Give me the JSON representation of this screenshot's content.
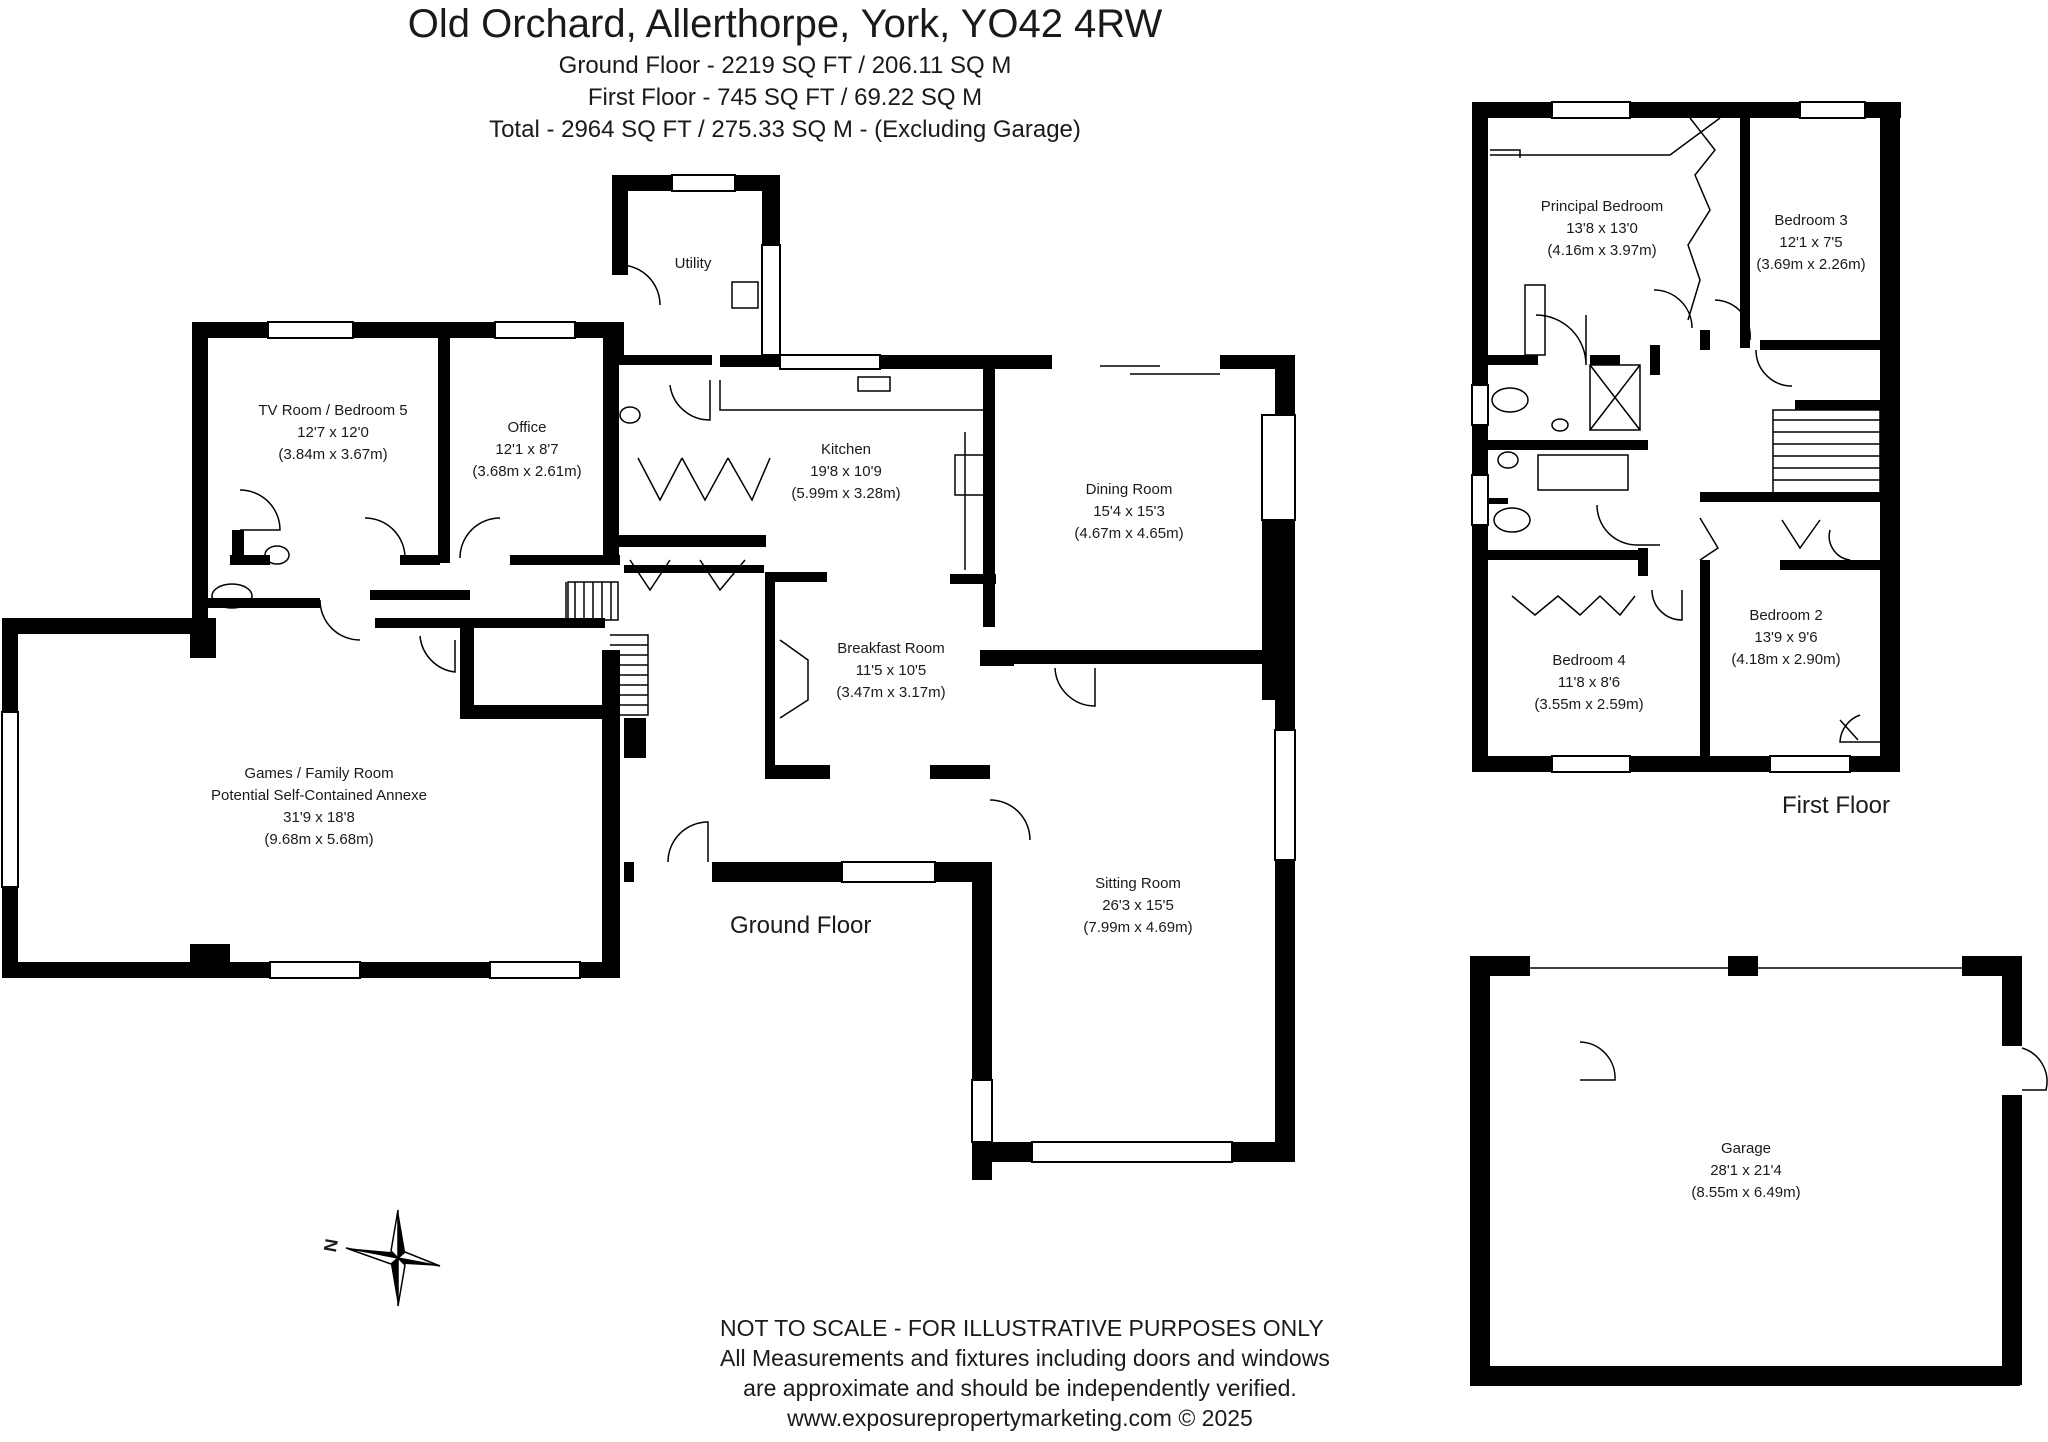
{
  "header": {
    "title": "Old Orchard, Allerthorpe, York, YO42 4RW",
    "ground_area": "Ground Floor - 2219 SQ FT / 206.11 SQ M",
    "first_area": "First Floor - 745 SQ FT / 69.22 SQ M",
    "total_area": "Total - 2964 SQ FT / 275.33 SQ M - (Excluding Garage)"
  },
  "floors": {
    "ground": "Ground Floor",
    "first": "First Floor"
  },
  "rooms": {
    "tv": {
      "name": "TV Room / Bedroom 5",
      "imperial": "12'7 x 12'0",
      "metric": "(3.84m x 3.67m)"
    },
    "office": {
      "name": "Office",
      "imperial": "12'1 x 8'7",
      "metric": "(3.68m x 2.61m)"
    },
    "utility": {
      "name": "Utility"
    },
    "kitchen": {
      "name": "Kitchen",
      "imperial": "19'8 x 10'9",
      "metric": "(5.99m x 3.28m)"
    },
    "dining": {
      "name": "Dining Room",
      "imperial": "15'4 x 15'3",
      "metric": "(4.67m x 4.65m)"
    },
    "breakfast": {
      "name": "Breakfast Room",
      "imperial": "11'5 x 10'5",
      "metric": "(3.47m x 3.17m)"
    },
    "games": {
      "name": "Games / Family Room",
      "subtitle": "Potential Self-Contained Annexe",
      "imperial": "31'9 x 18'8",
      "metric": "(9.68m x 5.68m)"
    },
    "sitting": {
      "name": "Sitting Room",
      "imperial": "26'3 x 15'5",
      "metric": "(7.99m x 4.69m)"
    },
    "principal": {
      "name": "Principal Bedroom",
      "imperial": "13'8 x 13'0",
      "metric": "(4.16m x 3.97m)"
    },
    "bed3": {
      "name": "Bedroom 3",
      "imperial": "12'1 x 7'5",
      "metric": "(3.69m x 2.26m)"
    },
    "bed2": {
      "name": "Bedroom 2",
      "imperial": "13'9 x 9'6",
      "metric": "(4.18m x 2.90m)"
    },
    "bed4": {
      "name": "Bedroom 4",
      "imperial": "11'8 x 8'6",
      "metric": "(3.55m x 2.59m)"
    },
    "garage": {
      "name": "Garage",
      "imperial": "28'1 x 21'4",
      "metric": "(8.55m x 6.49m)"
    }
  },
  "compass": {
    "north": "N"
  },
  "disclaimer": {
    "line1": "NOT TO SCALE - FOR ILLUSTRATIVE PURPOSES ONLY",
    "line2": "All Measurements and fixtures including doors and windows",
    "line3": "are approximate and should be independently verified.",
    "line4": "www.exposurepropertymarketing.com © 2025"
  },
  "colors": {
    "wall": "#000000",
    "window": "#ffffff",
    "text": "#1a1a1a"
  }
}
